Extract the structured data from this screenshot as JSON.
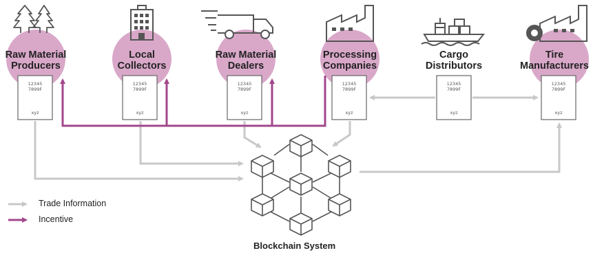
{
  "actors": [
    {
      "name_line1": "Raw Material",
      "name_line2": "Producers",
      "icon": "trees-icon"
    },
    {
      "name_line1": "Local",
      "name_line2": "Collectors",
      "icon": "building-icon"
    },
    {
      "name_line1": "Raw Material",
      "name_line2": "Dealers",
      "icon": "truck-icon"
    },
    {
      "name_line1": "Processing",
      "name_line2": "Companies",
      "icon": "factory-icon"
    },
    {
      "name_line1": "Cargo",
      "name_line2": "Distributors",
      "icon": "ship-icon"
    },
    {
      "name_line1": "Tire",
      "name_line2": "Manufacturers",
      "icon": "tire-factory-icon"
    }
  ],
  "document": {
    "line1": "12345",
    "line2": "7899F",
    "footer": "xyz"
  },
  "legend": {
    "trade": "Trade Information",
    "incentive": "Incentive"
  },
  "center": {
    "label": "Blockchain System",
    "icon": "blockchain-cubes-icon"
  },
  "colors": {
    "circle": "#d9a8c9",
    "incentive": "#a2478c",
    "trade": "#c8c8c8",
    "icon": "#555555"
  }
}
